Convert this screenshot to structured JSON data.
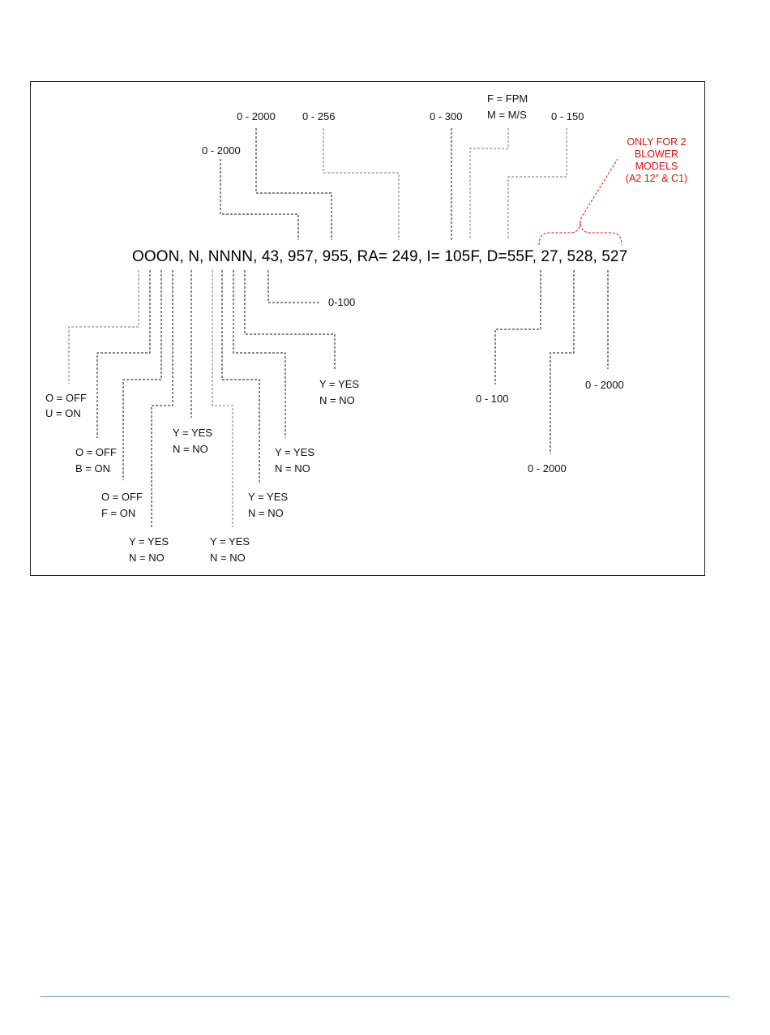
{
  "data_string": "OOON, N, NNNN, 43, 957, 955, RA= 249, I= 105F, D=55F, 27, 528, 527",
  "top_labels": {
    "range_2000_a": "0 - 2000",
    "range_2000_b": "0 - 2000",
    "range_256": "0 - 256",
    "range_300": "0 - 300",
    "units_fpm": "F = FPM",
    "units_ms": "M = M/S",
    "range_150": "0 - 150"
  },
  "note": {
    "line1": "ONLY FOR 2",
    "line2": "BLOWER",
    "line3": "MODELS",
    "line4": "(A2 12” & C1)",
    "color": "#e01010"
  },
  "range_100_right": "0-100",
  "bottom_labels": {
    "u_off": "O = OFF",
    "u_on": "U = ON",
    "b_off": "O = OFF",
    "b_on": "B = ON",
    "f_off": "O = OFF",
    "f_on": "F = ON",
    "yn1_yes": "Y = YES",
    "yn1_no": "N = NO",
    "yn2_yes": "Y = YES",
    "yn2_no": "N = NO",
    "yn3_yes": "Y = YES",
    "yn3_no": "N = NO",
    "yn4_yes": "Y = YES",
    "yn4_no": "N = NO",
    "yn5_yes": "Y = YES",
    "yn5_no": "N = NO",
    "yn6_yes": "Y = YES",
    "yn6_no": "N = NO",
    "range_100": "0 - 100",
    "range_2000_c": "0 - 2000",
    "range_2000_d": "0 - 2000"
  }
}
